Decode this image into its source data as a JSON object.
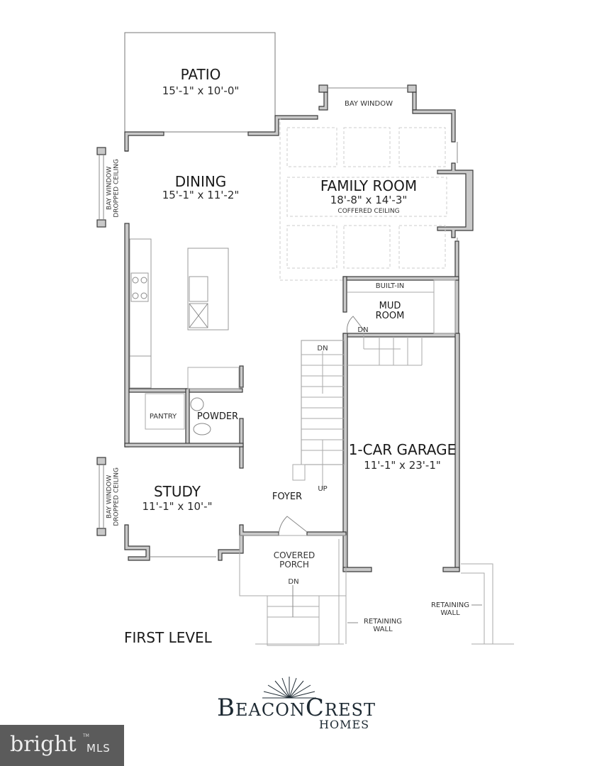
{
  "plan": {
    "title": "FIRST LEVEL",
    "rooms": [
      {
        "name": "PATIO",
        "dims": "15'-1\" x 10'-0\""
      },
      {
        "name": "DINING",
        "dims": "15'-1\" x 11'-2\""
      },
      {
        "name": "FAMILY ROOM",
        "dims": "18'-8\" x 14'-3\"",
        "note": "COFFERED CEILING"
      },
      {
        "name": "MUD ROOM"
      },
      {
        "name": "PANTRY"
      },
      {
        "name": "POWDER"
      },
      {
        "name": "1-CAR GARAGE",
        "dims": "11'-1\" x 23'-1\""
      },
      {
        "name": "STUDY",
        "dims": "11'-1\" x 10'-\""
      },
      {
        "name": "FOYER"
      },
      {
        "name": "COVERED PORCH"
      }
    ],
    "labels": {
      "bay_window_top": "BAY WINDOW",
      "bay_window_dining_1": "BAY WINDOW",
      "bay_window_dining_2": "DROPPED CEILING",
      "bay_window_study_1": "BAY WINDOW",
      "bay_window_study_2": "DROPPED CEILING",
      "built_in": "BUILT-IN",
      "mud_room_1": "MUD",
      "mud_room_2": "ROOM",
      "stair_dn": "DN",
      "stair_up": "UP",
      "mud_dn": "DN",
      "porch_1": "COVERED",
      "porch_2": "PORCH",
      "porch_dn": "DN",
      "retaining_wall_left_1": "RETAINING",
      "retaining_wall_left_2": "WALL",
      "retaining_wall_right_1": "RETAINING",
      "retaining_wall_right_2": "WALL"
    }
  },
  "branding": {
    "builder_word1_cap": "B",
    "builder_word1_rest": "EACON",
    "builder_word2_cap": "C",
    "builder_word2_rest": "REST",
    "builder_sub": "HOMES",
    "mls_word": "bright",
    "mls_suffix": "MLS",
    "mls_tm": "TM"
  },
  "colors": {
    "wall_fill": "#c9c9c9",
    "wall_stroke": "#3a3a3a",
    "mls_bg": "#5b5b5b",
    "logo": "#1e2a33"
  }
}
